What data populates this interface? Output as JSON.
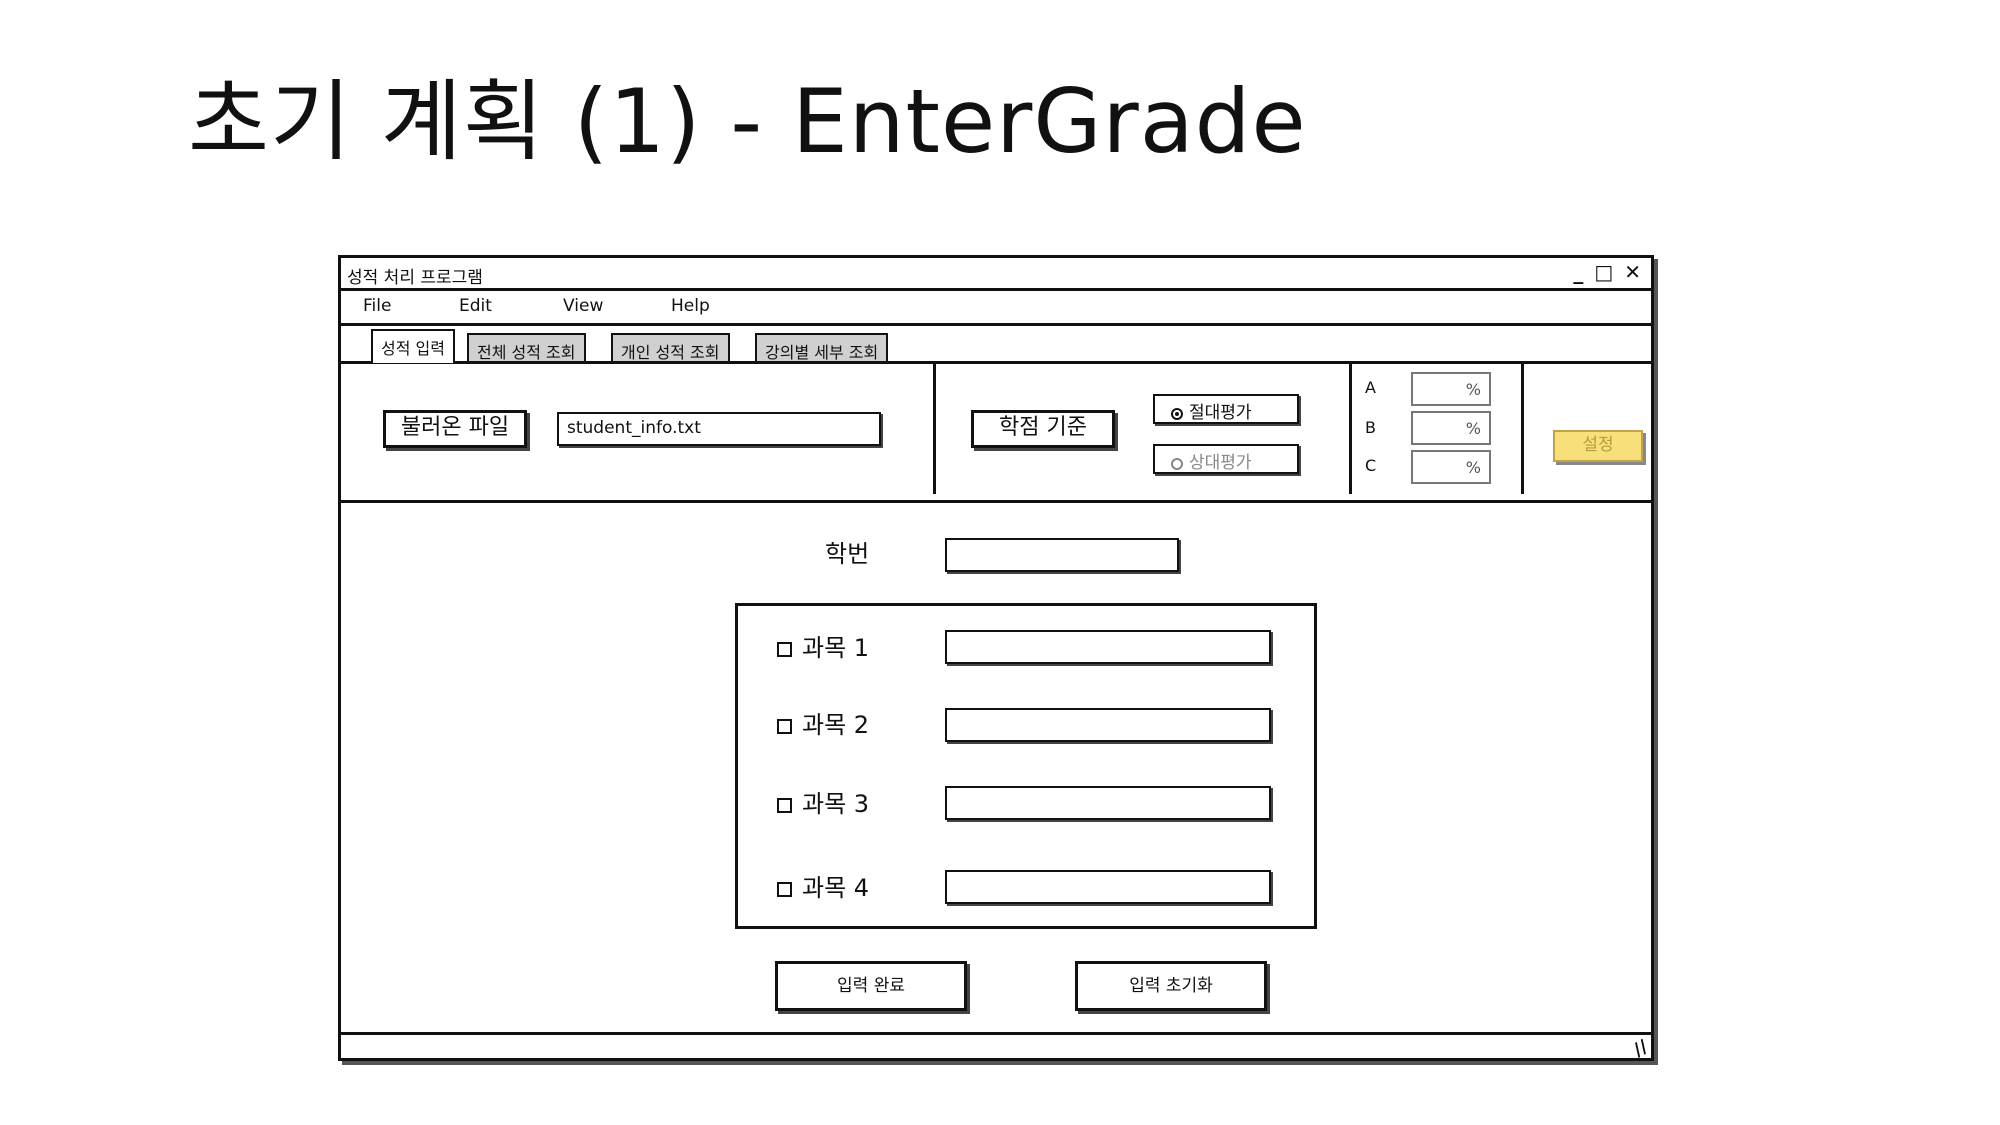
{
  "slide": {
    "title": "초기 계획 (1) - EnterGrade"
  },
  "window": {
    "title": "성적 처리 프로그램",
    "controls": "_ □ ✕"
  },
  "menu": [
    "File",
    "Edit",
    "View",
    "Help"
  ],
  "tabs": [
    "성적 입력",
    "전체 성적 조회",
    "개인 성적 조회",
    "강의별 세부 조회"
  ],
  "file": {
    "button_label": "불러온 파일",
    "value": "student_info.txt"
  },
  "grading": {
    "button_label": "학점 기준",
    "absolute_label": "절대평가",
    "relative_label": "상대평가",
    "selected": "절대평가"
  },
  "grades": [
    {
      "letter": "A",
      "unit": "%"
    },
    {
      "letter": "B",
      "unit": "%"
    },
    {
      "letter": "C",
      "unit": "%"
    }
  ],
  "setting_button": "설정",
  "student_id_label": "학번",
  "subjects": [
    {
      "label": "과목 1",
      "checked": false
    },
    {
      "label": "과목 2",
      "checked": false
    },
    {
      "label": "과목 3",
      "checked": false
    },
    {
      "label": "과목 4",
      "checked": false
    }
  ],
  "actions": {
    "submit_label": "입력 완료",
    "reset_label": "입력 초기화"
  },
  "colors": {
    "setting_fill": "#f7df7a",
    "inactive_tab": "#d0d0d0"
  }
}
